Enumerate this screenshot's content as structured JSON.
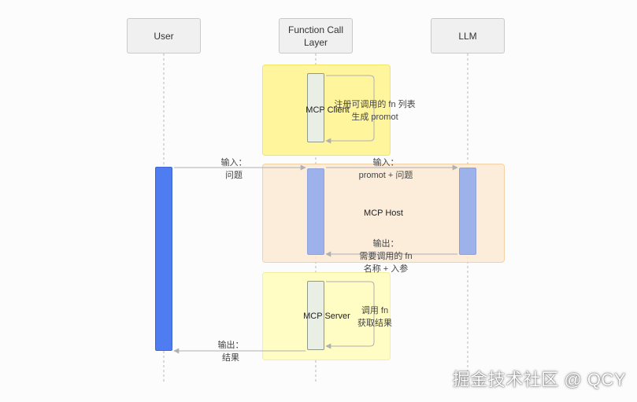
{
  "actors": {
    "user": "User",
    "function_call_layer": "Function Call\nLayer",
    "llm": "LLM"
  },
  "regions": {
    "mcp_client": "MCP Client",
    "mcp_host": "MCP Host",
    "mcp_server": "MCP Server"
  },
  "messages": {
    "client_self_1": "注册可调用的 fn 列表",
    "client_self_2": "生成 promot",
    "user_input": "输入：\n问题",
    "layer_input": "输入：\npromot + 问题",
    "llm_output": "输出：\n需要调用的 fn\n名称 + 入参",
    "server_self": "调用 fn\n获取结果",
    "layer_output": "输出：\n结果"
  },
  "watermark": "掘金技术社区 @ QCY",
  "colors": {
    "client_region": "#fff59d",
    "host_region": "#fdebd6",
    "server_region": "#fffcc4",
    "user_activation": "#4f7cf0",
    "host_activation": "#9db2ea",
    "idle_activation": "#eaefe6",
    "arrow": "#b0b0b0"
  }
}
